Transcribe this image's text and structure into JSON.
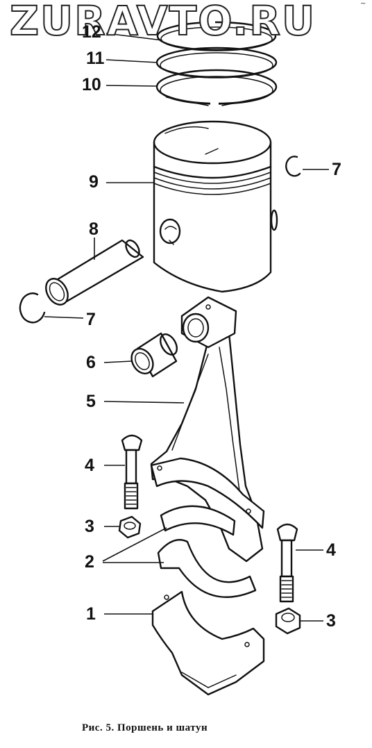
{
  "watermark": "ZURAVTO.RU",
  "corner_mark": "~",
  "caption": "Рис. 5. Поршень и шатун",
  "callouts": {
    "c12": "12",
    "c11": "11",
    "c10": "10",
    "c9": "9",
    "c8": "8",
    "c7_right": "7",
    "c7_left": "7",
    "c6": "6",
    "c5": "5",
    "c4_left": "4",
    "c4_right": "4",
    "c3_left": "3",
    "c3_right": "3",
    "c2": "2",
    "c1": "1"
  }
}
